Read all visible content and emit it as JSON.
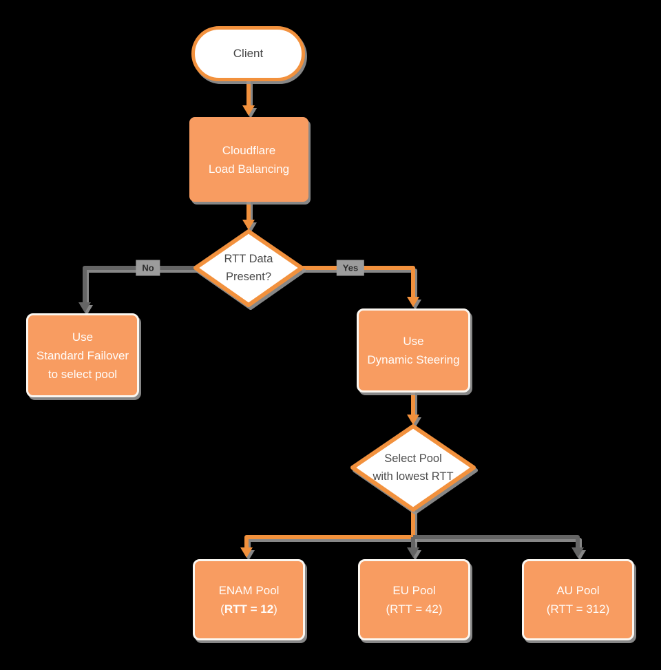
{
  "diagram": {
    "background": "#000000",
    "colors": {
      "node_fill_orange": "#F89C61",
      "line_orange": "#F2913D",
      "line_gray": "#656565",
      "shape_fill_white": "#FFFFFF",
      "text_on_orange": "#FFFDFB",
      "text_dark": "#4C4C4C",
      "shadow_gray": "#969696",
      "edge_label_bg": "#9C9C9C",
      "edge_label_text": "#2B2B2B"
    },
    "nodes": {
      "client": {
        "label": "Client",
        "shape": "terminator"
      },
      "load_balancing": {
        "label": "Cloudflare\nLoad Balancing",
        "shape": "process"
      },
      "rtt_decision": {
        "label": "RTT Data\nPresent?",
        "shape": "decision"
      },
      "standard_failover": {
        "label": "Use\nStandard Failover\nto select pool",
        "shape": "process"
      },
      "dynamic_steering": {
        "label": "Use\nDynamic Steering",
        "shape": "process"
      },
      "select_pool": {
        "label": "Select Pool\nwith lowest RTT",
        "shape": "decision"
      },
      "enam_pool": {
        "line1": "ENAM Pool",
        "line2_prefix": "(",
        "line2_bold": "RTT = 12",
        "line2_suffix": ")",
        "shape": "process"
      },
      "eu_pool": {
        "line1": "EU Pool",
        "line2": "(RTT = 42)",
        "shape": "process"
      },
      "au_pool": {
        "line1": "AU Pool",
        "line2": "(RTT = 312)",
        "shape": "process"
      }
    },
    "edge_labels": {
      "no": "No",
      "yes": "Yes"
    }
  }
}
